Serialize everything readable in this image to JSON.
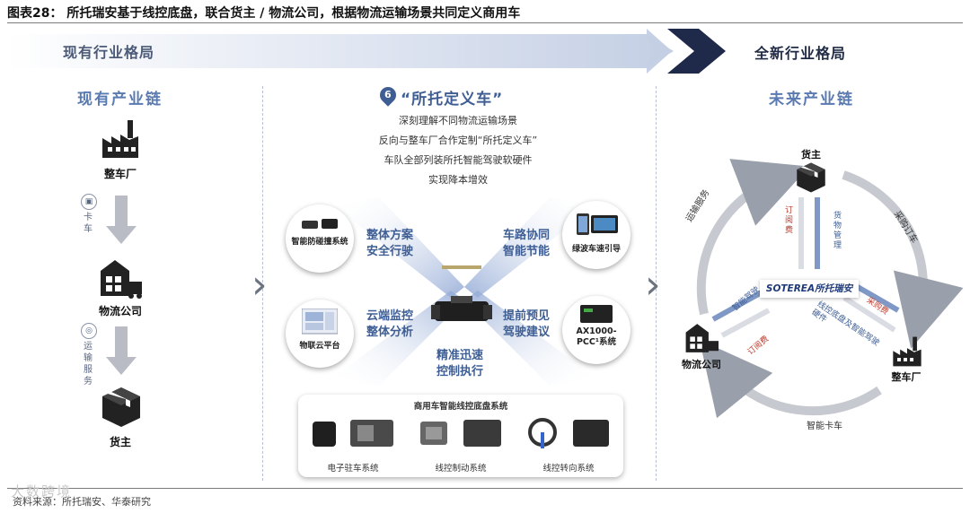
{
  "title": "图表28：  所托瑞安基于线控底盘，联合货主 / 物流公司，根据物流运输场景共同定义商用车",
  "banner": {
    "left_label": "现有行业格局",
    "right_label": "全新行业格局"
  },
  "left": {
    "heading": "现有产业链",
    "nodes": [
      "整车厂",
      "物流公司",
      "货主"
    ],
    "links": [
      "卡车",
      "运输服务"
    ]
  },
  "middle": {
    "badge": "6",
    "heading": "“所托定义车”",
    "lines": [
      "深刻理解不同物流运输场景",
      "反向与整车厂合作定制“所托定义车”",
      "车队全部列装所托智能驾驶软硬件",
      "实现降本增效"
    ],
    "features": [
      {
        "circle_label": "智能防碰撞系统",
        "text": "整体方案\n安全行驶"
      },
      {
        "circle_label": "绿波车速引导",
        "text": "车路协同\n智能节能"
      },
      {
        "circle_label": "物联云平台",
        "text": "云端监控\n整体分析"
      },
      {
        "circle_label": "AX1000-PCC¹系统",
        "text": "提前预见\n驾驶建议"
      }
    ],
    "center_text": "精准迅速\n控制执行",
    "platform": {
      "title": "商用车智能线控底盘系统",
      "items": [
        "电子驻车系统",
        "线控制动系统",
        "线控转向系统"
      ]
    }
  },
  "right": {
    "heading": "未来产业链",
    "logo": "SOTEREA所托瑞安",
    "nodes": [
      "货主",
      "物流公司",
      "整车厂"
    ],
    "outer_links": [
      "运输服务",
      "采购订车",
      "智能卡车"
    ],
    "inner_links": [
      "订阅费",
      "货物管理",
      "智能驾驶",
      "订阅费",
      "采购费",
      "线控底盘及智能驾驶硬件"
    ]
  },
  "source": "资料来源：所托瑞安、华泰研究",
  "watermark": "大数跨境",
  "colors": {
    "accent": "#3e5e94",
    "banner_dark": "#1f2a4a",
    "banner_light": "#d9e0ee"
  }
}
